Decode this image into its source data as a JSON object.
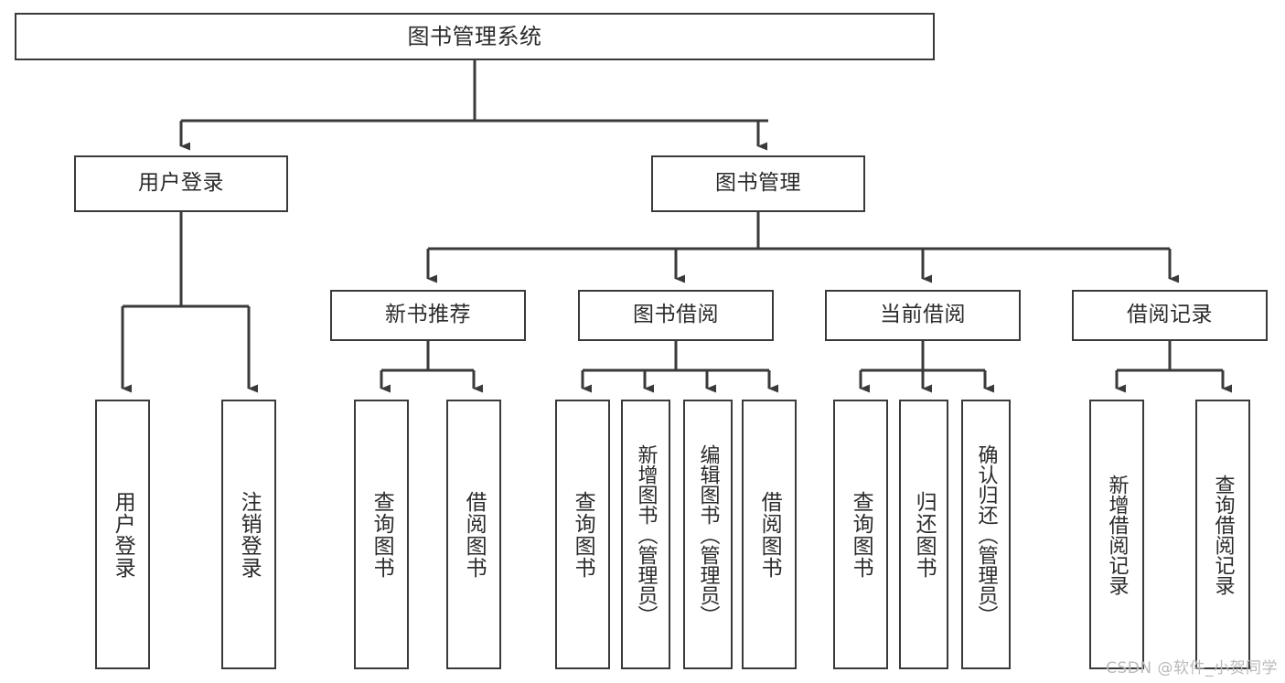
{
  "diagram": {
    "title": "图书管理系统",
    "watermark": "CSDN @软件_小贺同学",
    "line_color": "#3a3a3a",
    "text_color": "#2b2b2b",
    "background_color": "#ffffff",
    "root": {
      "label": "图书管理系统"
    },
    "level2": [
      {
        "label": "用户登录"
      },
      {
        "label": "图书管理"
      }
    ],
    "level3": [
      {
        "label": "新书推荐"
      },
      {
        "label": "图书借阅"
      },
      {
        "label": "当前借阅"
      },
      {
        "label": "借阅记录"
      }
    ],
    "leaves": {
      "user_login": [
        {
          "label": "用户登录"
        },
        {
          "label": "注销登录"
        }
      ],
      "new_book_recommend": [
        {
          "label": "查询图书"
        },
        {
          "label": "借阅图书"
        }
      ],
      "book_borrow": [
        {
          "label": "查询图书"
        },
        {
          "label": "新增图书（管理员）"
        },
        {
          "label": "编辑图书（管理员）"
        },
        {
          "label": "借阅图书"
        }
      ],
      "current_borrow": [
        {
          "label": "查询图书"
        },
        {
          "label": "归还图书"
        },
        {
          "label": "确认归还（管理员）"
        }
      ],
      "borrow_record": [
        {
          "label": "新增借阅记录"
        },
        {
          "label": "查询借阅记录"
        }
      ]
    }
  }
}
